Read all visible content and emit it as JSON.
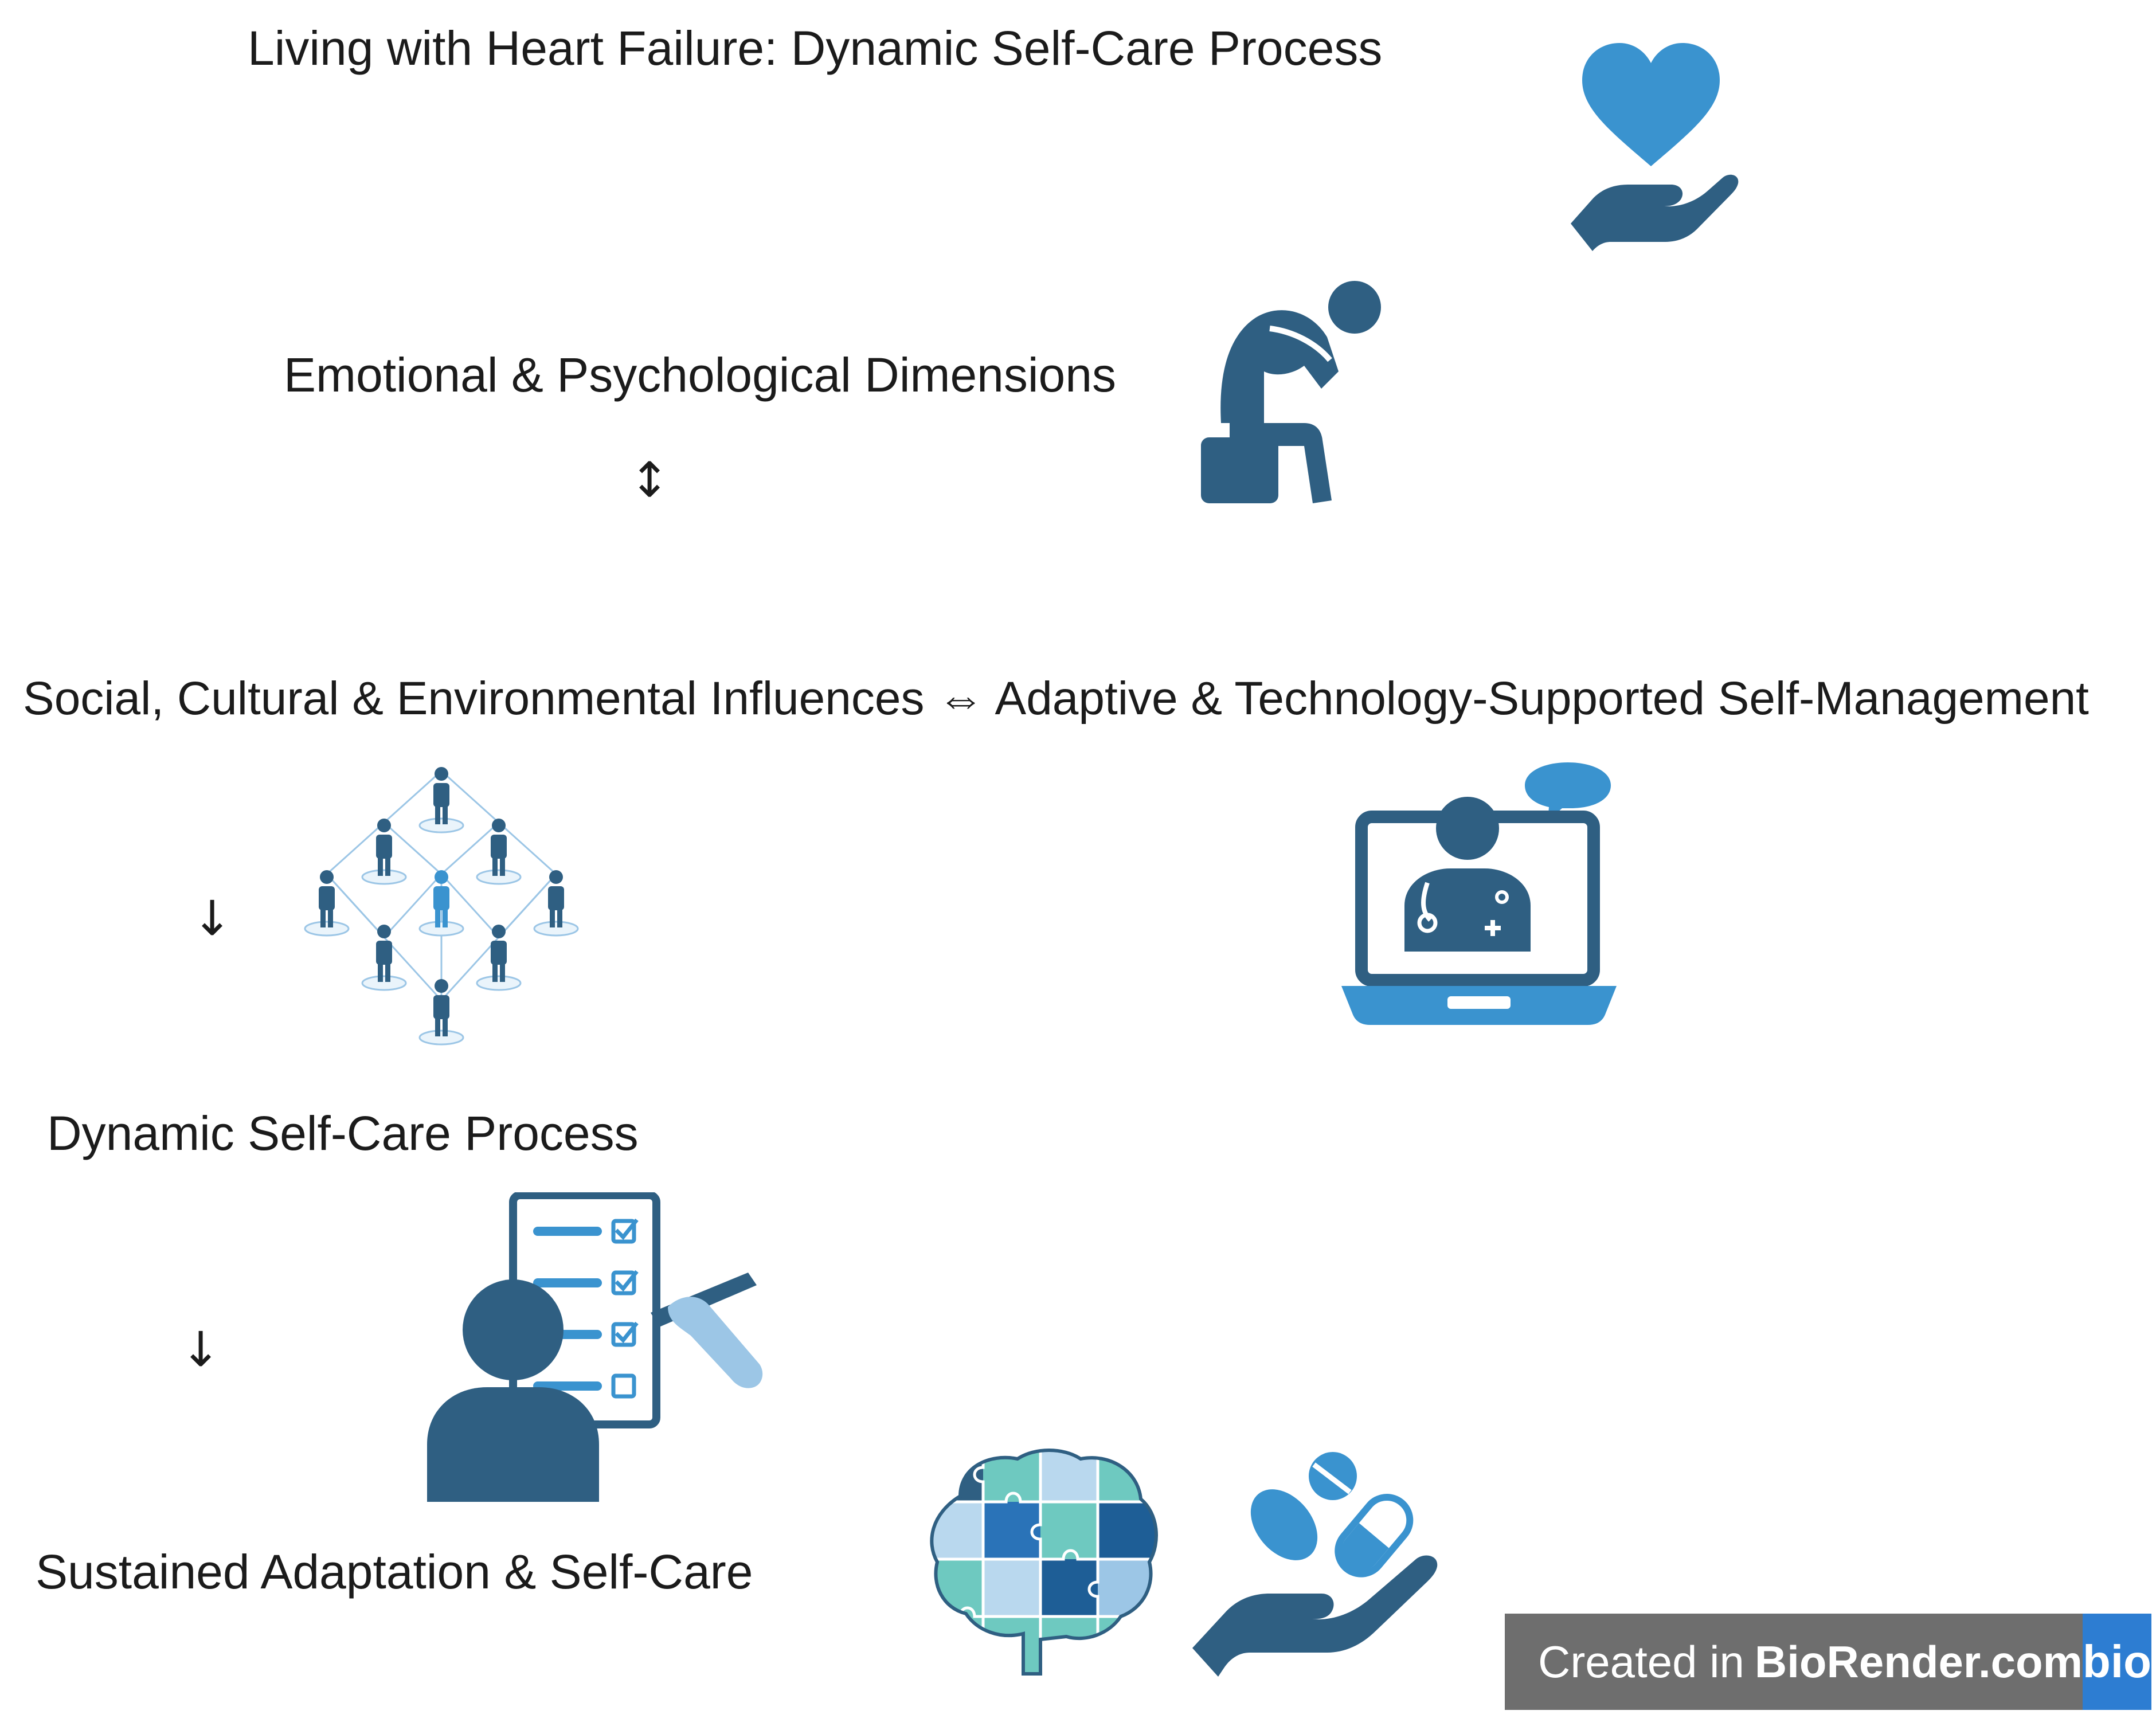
{
  "title": "Living with Heart Failure: Dynamic Self-Care Process",
  "nodes": {
    "emotional": "Emotional & Psychological Dimensions",
    "social_tech": "Social, Cultural & Environmental Influences ⇔ Adaptive & Technology-Supported Self-Management",
    "dynamic": "Dynamic Self-Care Process",
    "sustained": "Sustained Adaptation & Self-Care"
  },
  "arrows": {
    "updown": "↕",
    "down_1": "↓",
    "down_2": "↓"
  },
  "badge": {
    "prefix": "Created in",
    "brand": "BioRender.com",
    "logo": "bio"
  },
  "icons": [
    "heart-in-hand-icon",
    "distressed-person-icon",
    "social-network-icon",
    "telehealth-laptop-icon",
    "patient-checklist-icon",
    "puzzle-brain-icon",
    "medication-hand-icon"
  ],
  "colors": {
    "dark_blue": "#2f5f82",
    "light_blue": "#3a93cf",
    "pale_blue": "#9cc6e6",
    "teal": "#6ec9c0",
    "badge_grey": "#6e6e6e",
    "badge_blue": "#2d7dd2"
  }
}
